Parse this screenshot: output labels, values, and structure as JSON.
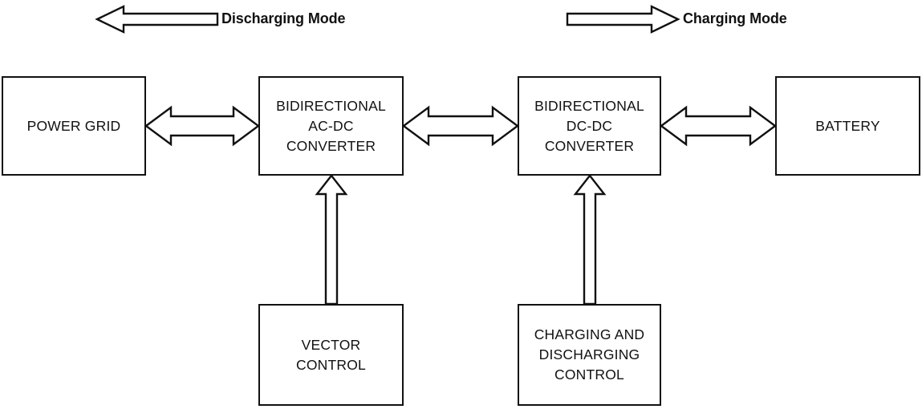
{
  "diagram": {
    "title": "Bidirectional EV charger block diagram",
    "background_color": "#ffffff",
    "line_color": "#111111",
    "mode_labels": [
      {
        "id": "discharging",
        "text": "Discharging Mode",
        "arrow_direction": "left"
      },
      {
        "id": "charging",
        "text": "Charging Mode",
        "arrow_direction": "right"
      }
    ],
    "blocks": [
      {
        "id": "power-grid",
        "label": "POWER GRID"
      },
      {
        "id": "ac-dc-converter",
        "label": "BIDIRECTIONAL\nAC-DC\nCONVERTER"
      },
      {
        "id": "dc-dc-converter",
        "label": "BIDIRECTIONAL\nDC-DC\nCONVERTER"
      },
      {
        "id": "battery",
        "label": "BATTERY"
      },
      {
        "id": "vector-control",
        "label": "VECTOR\nCONTROL"
      },
      {
        "id": "charging-discharging-control",
        "label": "CHARGING AND\nDISCHARGING\nCONTROL"
      }
    ],
    "connectors": [
      {
        "id": "grid-to-acdc",
        "type": "double-arrow-horizontal",
        "from": "power-grid",
        "to": "ac-dc-converter"
      },
      {
        "id": "acdc-to-dcdc",
        "type": "double-arrow-horizontal",
        "from": "ac-dc-converter",
        "to": "dc-dc-converter"
      },
      {
        "id": "dcdc-to-battery",
        "type": "double-arrow-horizontal",
        "from": "dc-dc-converter",
        "to": "battery"
      },
      {
        "id": "vector-to-acdc",
        "type": "single-arrow-up",
        "from": "vector-control",
        "to": "ac-dc-converter"
      },
      {
        "id": "control-to-dcdc",
        "type": "single-arrow-up",
        "from": "charging-discharging-control",
        "to": "dc-dc-converter"
      }
    ]
  }
}
